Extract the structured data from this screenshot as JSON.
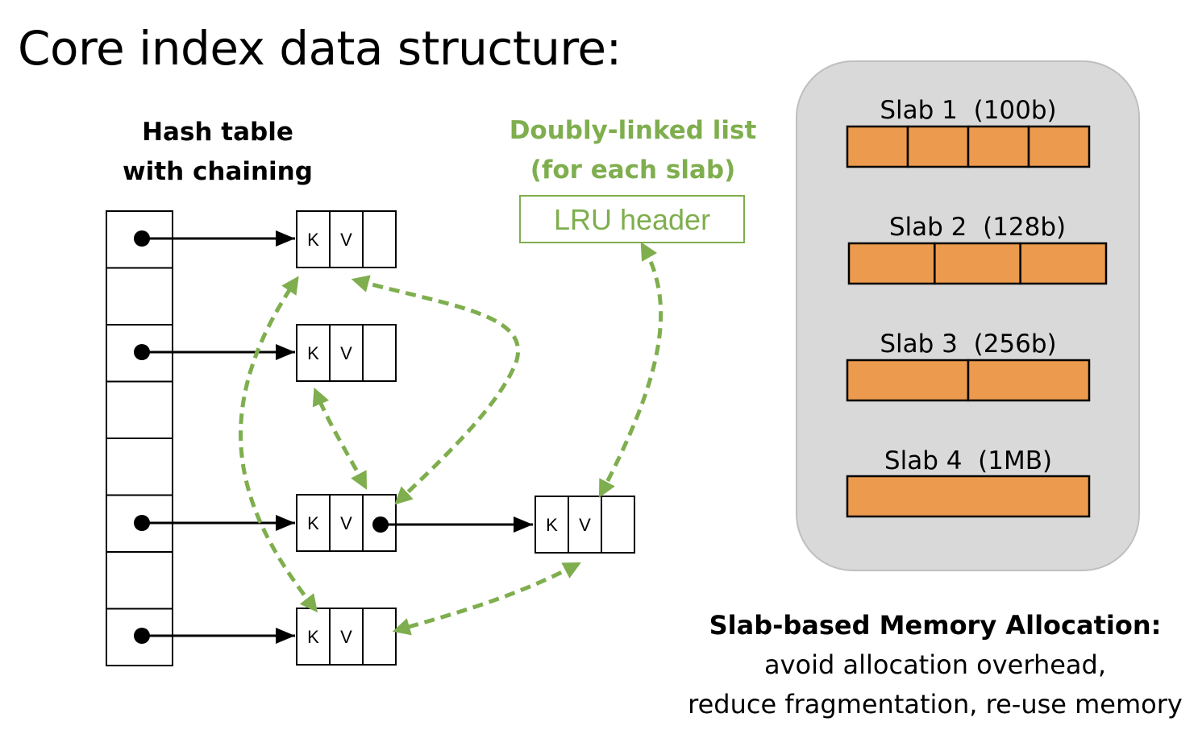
{
  "title": "Core index data structure:",
  "hash_table": {
    "heading_line1": "Hash table",
    "heading_line2": "with chaining",
    "bucket_count": 8
  },
  "linked_list": {
    "heading_line1": "Doubly-linked list",
    "heading_line2": "(for each slab)",
    "header_label": "LRU header"
  },
  "node": {
    "key_label": "K",
    "value_label": "V"
  },
  "slabs": [
    {
      "label": "Slab 1  (100b)",
      "chunks": 4
    },
    {
      "label": "Slab 2  (128b)",
      "chunks": 3
    },
    {
      "label": "Slab 3  (256b)",
      "chunks": 2
    },
    {
      "label": "Slab 4  (1MB)",
      "chunks": 1
    }
  ],
  "slab_caption": {
    "line1": "Slab-based Memory Allocation:",
    "line2": "avoid allocation overhead,",
    "line3": "reduce fragmentation, re-use memory"
  },
  "colors": {
    "lru_green": "#7fae4e",
    "slab_fill": "#ec9a4e",
    "panel_fill": "#d9d9d9",
    "panel_border": "#bfbfbf",
    "line": "#000000"
  }
}
